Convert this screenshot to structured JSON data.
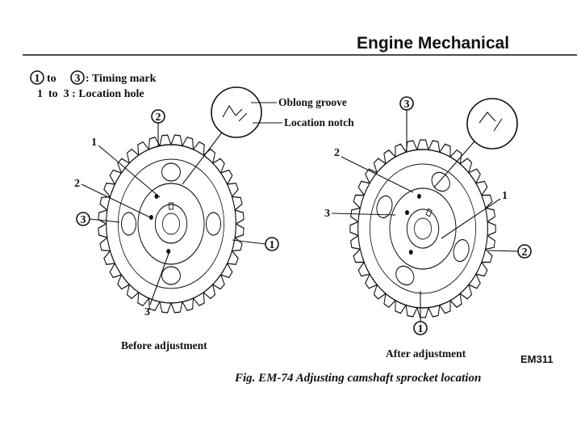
{
  "header": {
    "title": "Engine Mechanical"
  },
  "legend": {
    "timing_mark": {
      "from": "1",
      "to": "3",
      "joiner": "to",
      "label": "Timing mark"
    },
    "location_hole": {
      "text": "1  to  3 : Location hole"
    }
  },
  "callouts": {
    "oblong_groove": "Oblong groove",
    "location_notch": "Location notch"
  },
  "left": {
    "caption": "Before adjustment",
    "plain": {
      "n1": "1",
      "n2": "2",
      "n3": "3"
    },
    "circled": {
      "c1": "1",
      "c2": "2",
      "c3": "3"
    }
  },
  "right": {
    "caption": "After adjustment",
    "plain": {
      "n1": "1",
      "n2": "2",
      "n3": "3"
    },
    "circled": {
      "c1": "1",
      "c2": "2",
      "c3": "3"
    }
  },
  "figure": {
    "code": "EM311",
    "caption": "Fig. EM-74  Adjusting camshaft sprocket location"
  },
  "colors": {
    "ink": "#111111",
    "paper": "#ffffff"
  }
}
